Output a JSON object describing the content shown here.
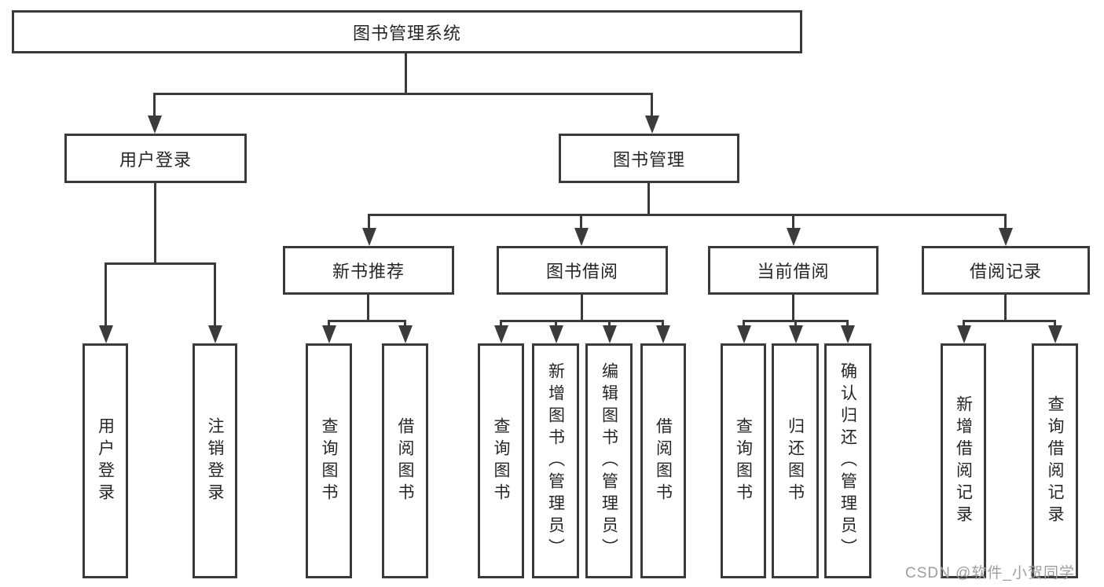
{
  "diagram": {
    "root": {
      "label": "图书管理系统"
    },
    "level1": {
      "user_login": {
        "label": "用户登录"
      },
      "book_mgmt": {
        "label": "图书管理"
      }
    },
    "level2": {
      "new_book_rec": {
        "label": "新书推荐"
      },
      "book_borrow": {
        "label": "图书借阅"
      },
      "current_borrow": {
        "label": "当前借阅"
      },
      "borrow_records": {
        "label": "借阅记录"
      }
    },
    "leaves": {
      "user_login_login": {
        "label": "用户登录"
      },
      "user_login_logout": {
        "label": "注销登录"
      },
      "new_book_query": {
        "label": "查询图书"
      },
      "new_book_borrow": {
        "label": "借阅图书"
      },
      "borrow_query": {
        "label": "查询图书"
      },
      "borrow_add": {
        "label": "新增图书（管理员）"
      },
      "borrow_edit": {
        "label": "编辑图书（管理员）"
      },
      "borrow_borrow": {
        "label": "借阅图书"
      },
      "current_query": {
        "label": "查询图书"
      },
      "current_return": {
        "label": "归还图书"
      },
      "current_confirm": {
        "label": "确认归还（管理员）"
      },
      "records_add": {
        "label": "新增借阅记录"
      },
      "records_query": {
        "label": "查询借阅记录"
      }
    },
    "watermark": {
      "text": "CSDN @软件_小贺同学"
    },
    "colors": {
      "line": "#3b3b3b",
      "text": "#262626",
      "watermark": "#9d9d9d",
      "background": "#ffffff"
    }
  }
}
